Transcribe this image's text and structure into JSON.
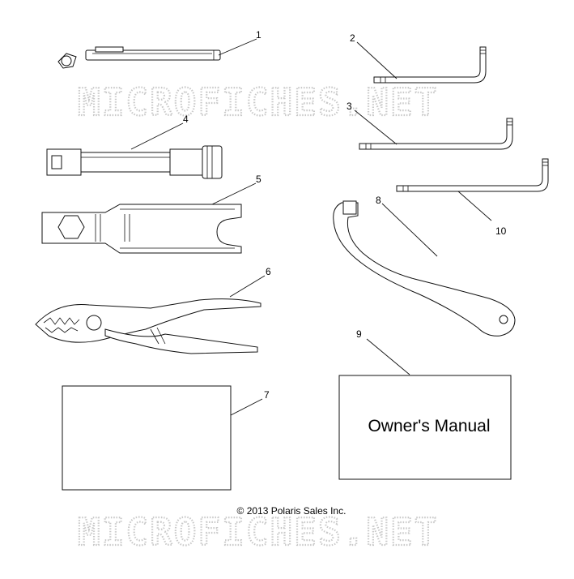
{
  "callouts": [
    "1",
    "2",
    "3",
    "4",
    "5",
    "6",
    "7",
    "8",
    "9",
    "10"
  ],
  "manual_label": "Owner's Manual",
  "copyright": "© 2013 Polaris Sales Inc.",
  "watermark": "MICROFICHES.NET"
}
